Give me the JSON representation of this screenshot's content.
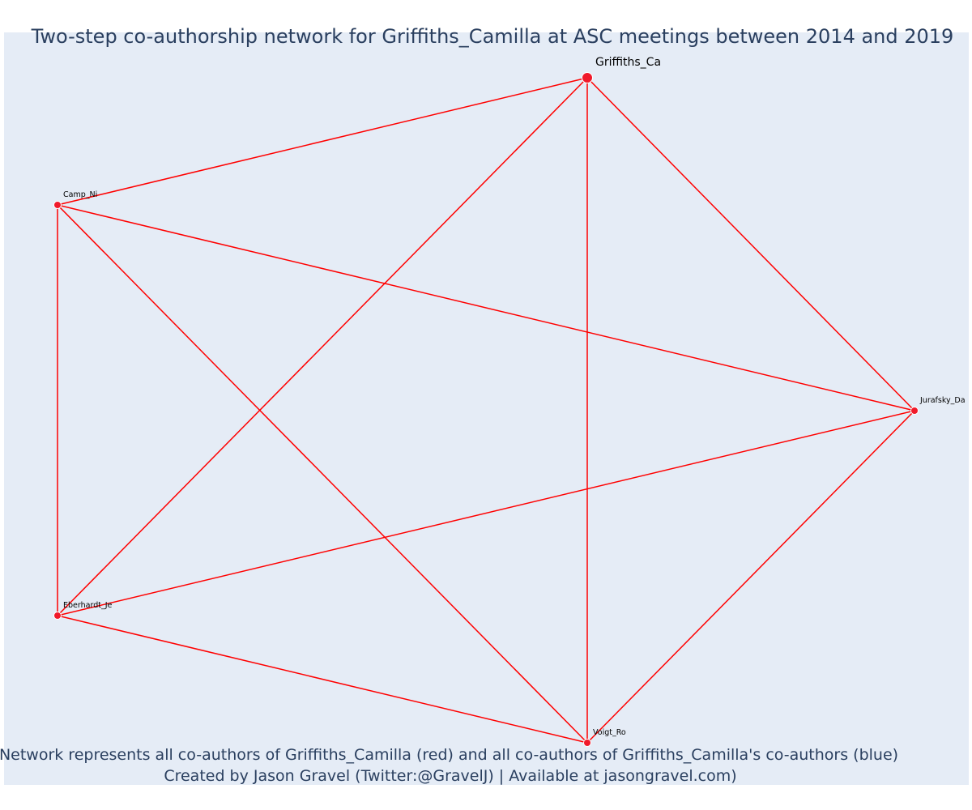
{
  "title": "Two-step co-authorship network for Griffiths_Camilla at ASC meetings between 2014 and 2019",
  "caption": {
    "line1": "Network represents all co-authors of Griffiths_Camilla (red) and all co-authors of Griffiths_Camilla's co-authors (blue)",
    "line2": "Created by Jason Gravel (Twitter:@GravelJ) | Available at jasongravel.com)"
  },
  "colors": {
    "plot_background": "#e5ecf6",
    "edge": "#ff0000",
    "node_red": "#f0192a",
    "node_outline": "#ffffff",
    "text": "#2a3f5f"
  },
  "nodes": [
    {
      "id": "Griffiths_Ca",
      "label": "Griffiths_Ca",
      "group": "red",
      "focal": true
    },
    {
      "id": "Camp_Ni",
      "label": "Camp_Ni",
      "group": "red",
      "focal": false
    },
    {
      "id": "Jurafsky_Da",
      "label": "Jurafsky_Da",
      "group": "red",
      "focal": false
    },
    {
      "id": "Eberhardt_Je",
      "label": "Eberhardt_Je",
      "group": "red",
      "focal": false
    },
    {
      "id": "Voigt_Ro",
      "label": "Voigt_Ro",
      "group": "red",
      "focal": false
    }
  ],
  "edges": [
    [
      "Griffiths_Ca",
      "Camp_Ni"
    ],
    [
      "Griffiths_Ca",
      "Jurafsky_Da"
    ],
    [
      "Griffiths_Ca",
      "Eberhardt_Je"
    ],
    [
      "Griffiths_Ca",
      "Voigt_Ro"
    ],
    [
      "Camp_Ni",
      "Jurafsky_Da"
    ],
    [
      "Camp_Ni",
      "Eberhardt_Je"
    ],
    [
      "Camp_Ni",
      "Voigt_Ro"
    ],
    [
      "Jurafsky_Da",
      "Eberhardt_Je"
    ],
    [
      "Jurafsky_Da",
      "Voigt_Ro"
    ],
    [
      "Eberhardt_Je",
      "Voigt_Ro"
    ]
  ]
}
